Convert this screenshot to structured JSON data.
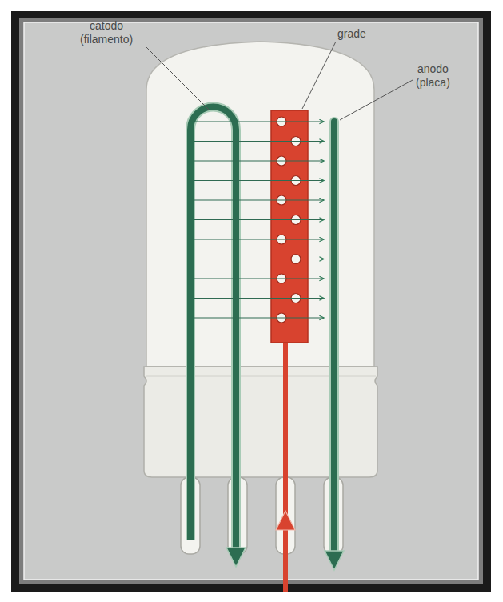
{
  "diagram": {
    "labels": [
      "catodo (filamento)",
      "grade",
      "anodo (placa)"
    ]
  }
}
